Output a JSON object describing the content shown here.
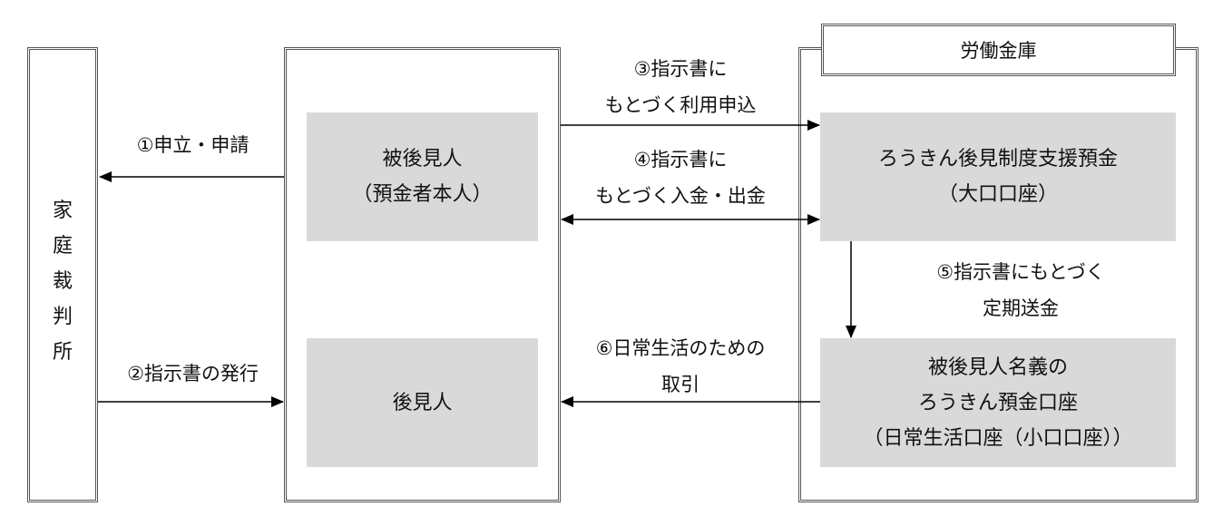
{
  "court": {
    "chars": [
      "家",
      "庭",
      "裁",
      "判",
      "所"
    ]
  },
  "ward_box": {
    "line1": "被後見人",
    "line2": "（預金者本人）"
  },
  "guardian_box": {
    "label": "後見人"
  },
  "bank": {
    "title": "労働金庫",
    "deposit_box": {
      "line1": "ろうきん後見制度支援預金",
      "line2": "（大口口座）"
    },
    "daily_box": {
      "line1": "被後見人名義の",
      "line2": "ろうきん預金口座",
      "line3": "（日常生活口座（小口口座））"
    }
  },
  "steps": {
    "s1": "①申立・申請",
    "s2": "②指示書の発行",
    "s3_line1": "③指示書に",
    "s3_line2": "もとづく利用申込",
    "s4_line1": "④指示書に",
    "s4_line2": "もとづく入金・出金",
    "s5_line1": "⑤指示書にもとづく",
    "s5_line2": "定期送金",
    "s6_line1": "⑥日常生活のための",
    "s6_line2": "取引"
  },
  "colors": {
    "box_fill": "#d9d9d9",
    "border": "#555555",
    "line": "#000000"
  }
}
